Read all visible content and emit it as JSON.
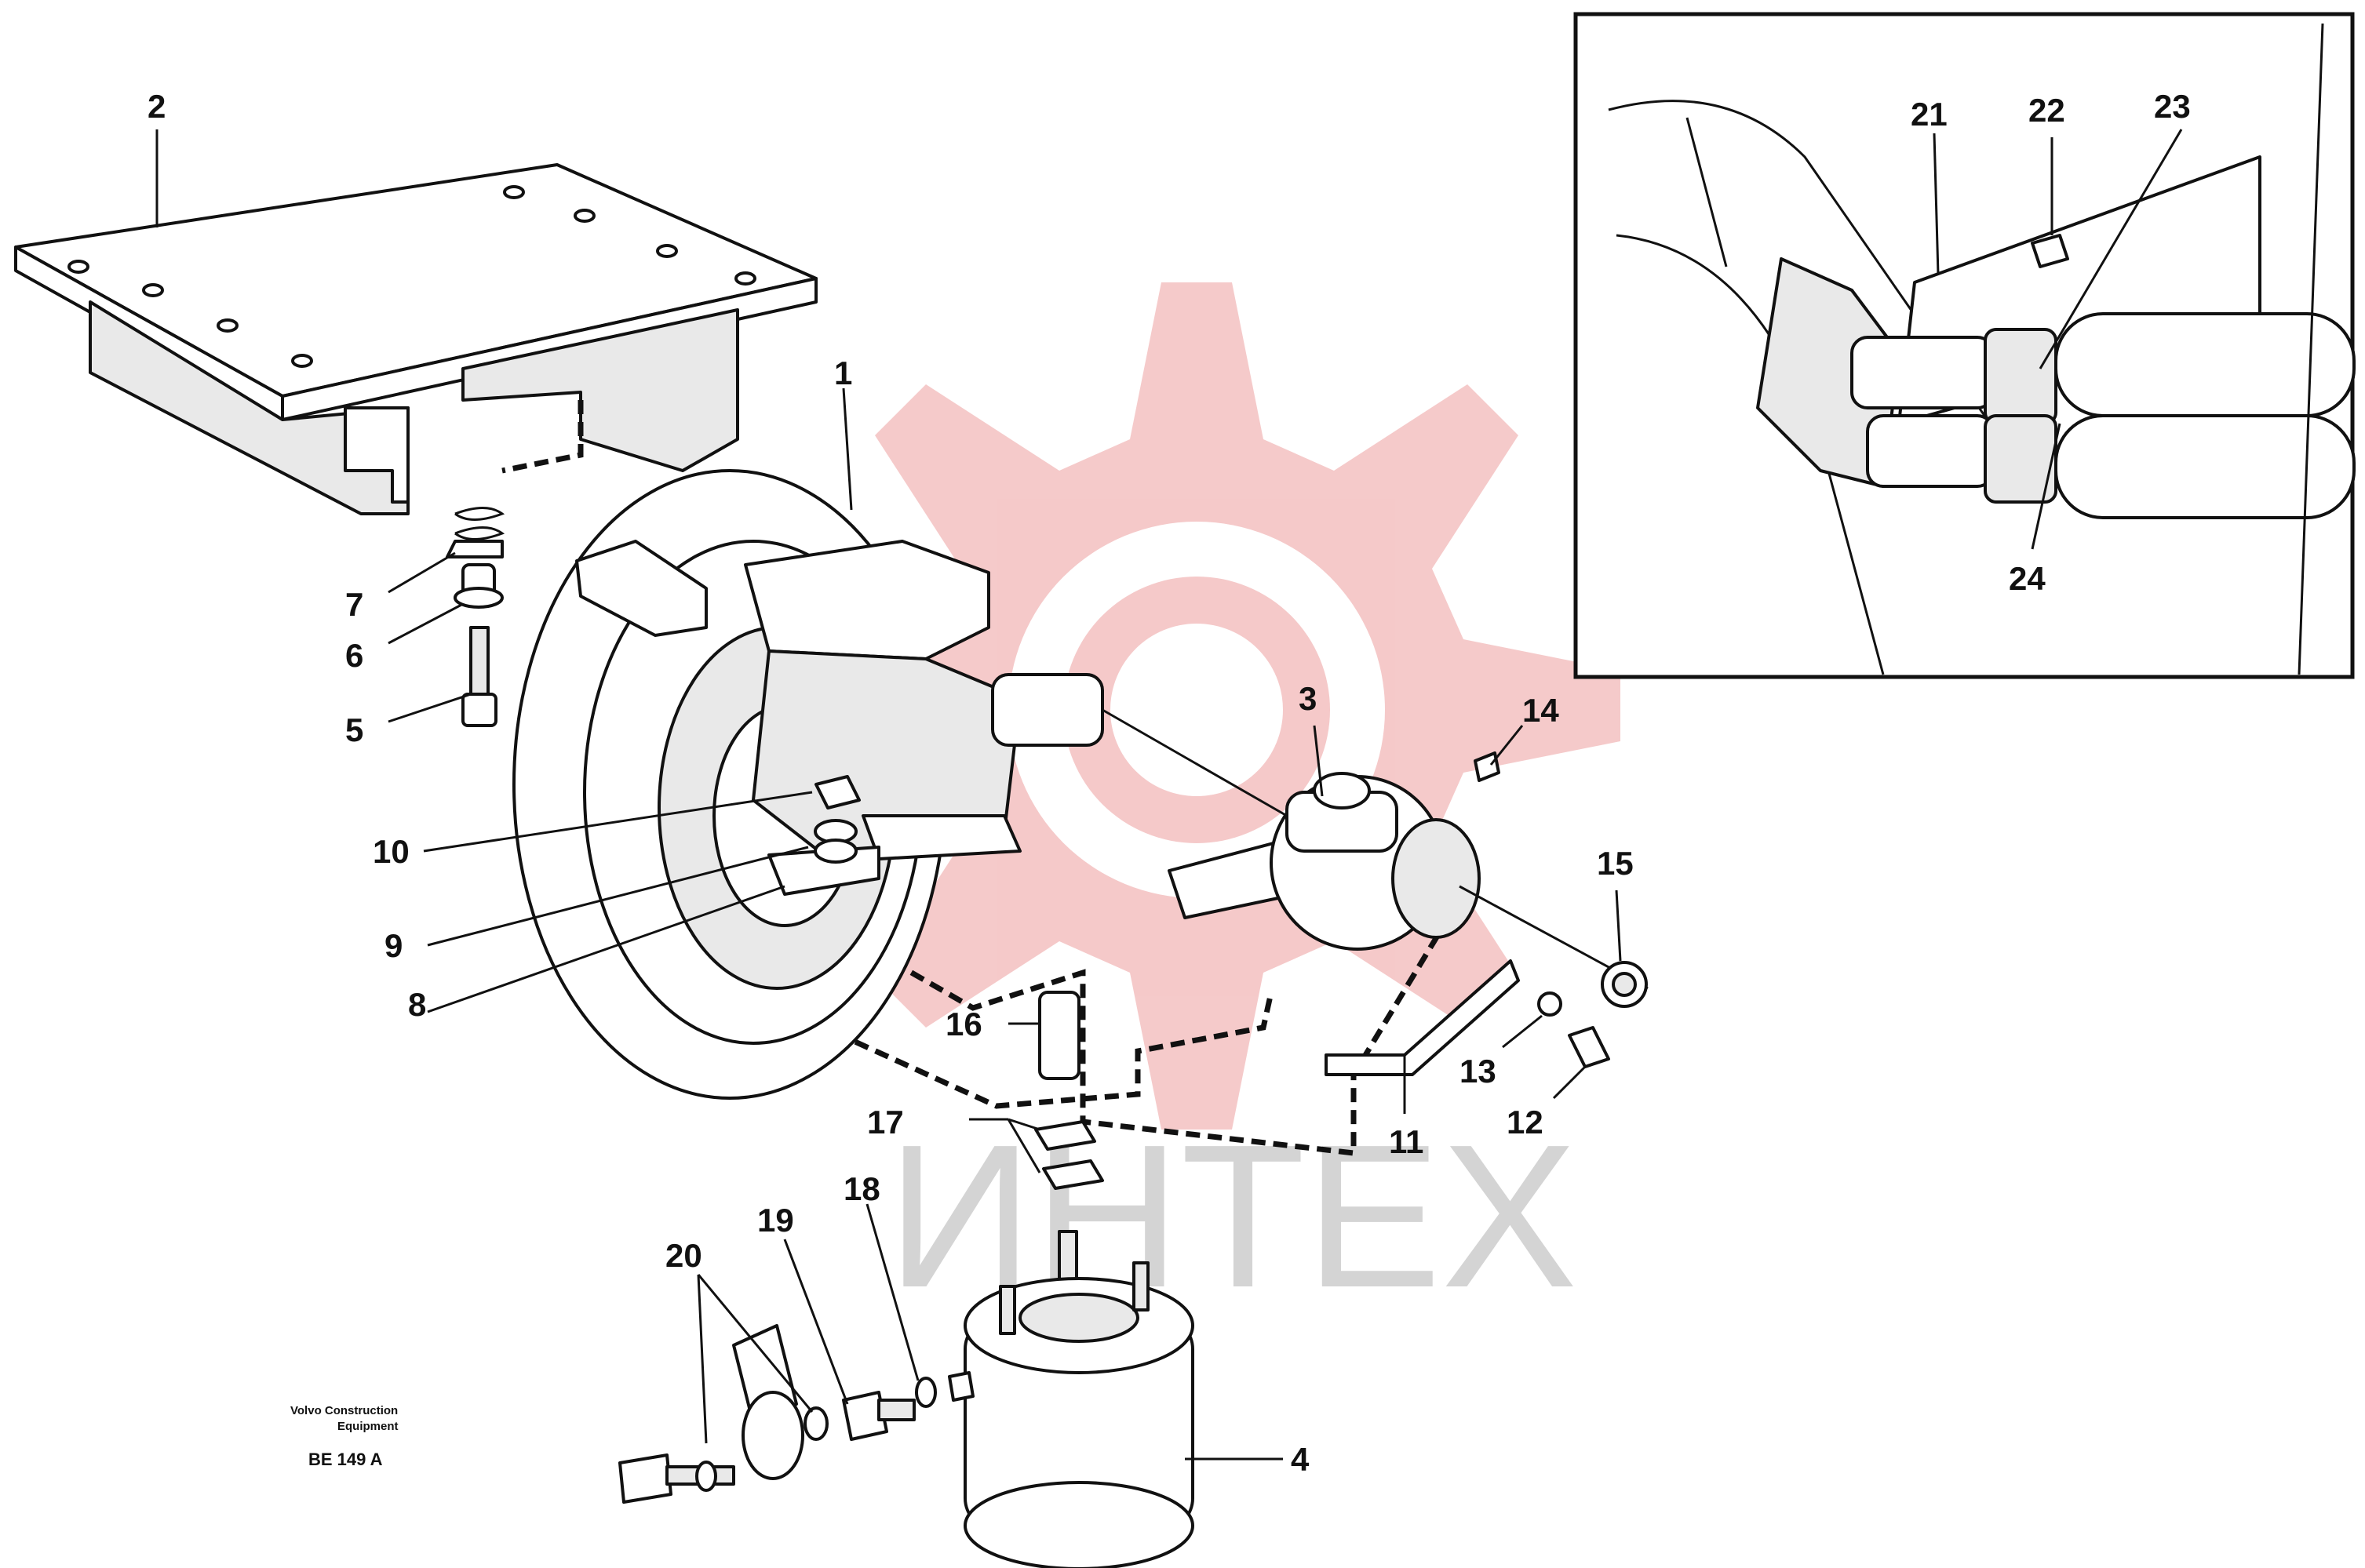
{
  "watermark": {
    "text": "ИНТЕХ",
    "logo_color": "#f4c4c4",
    "text_color": "#d4d4d4"
  },
  "caption": {
    "line1": "Volvo Construction",
    "line2": "Equipment",
    "code": "BE 149 A"
  },
  "callouts": {
    "c1": "1",
    "c2": "2",
    "c3": "3",
    "c4": "4",
    "c5": "5",
    "c6": "6",
    "c7": "7",
    "c8": "8",
    "c9": "9",
    "c10": "10",
    "c11": "11",
    "c12": "12",
    "c13": "13",
    "c14": "14",
    "c15": "15",
    "c16": "16",
    "c17": "17",
    "c18": "18",
    "c19": "19",
    "c20": "20",
    "c21": "21",
    "c22": "22",
    "c23": "23",
    "c24": "24"
  }
}
